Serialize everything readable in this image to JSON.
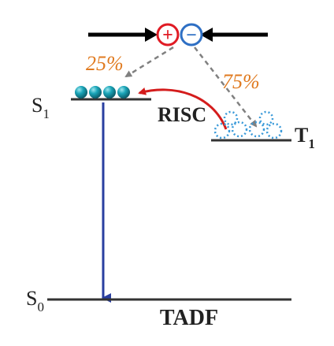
{
  "diagram": {
    "title": "TADF",
    "states": {
      "singlet_excited": {
        "letter": "S",
        "subscript": "1"
      },
      "triplet_excited": {
        "letter": "T",
        "subscript": "1"
      },
      "ground": {
        "letter": "S",
        "subscript": "0"
      }
    },
    "charges": {
      "positive_symbol": "+",
      "negative_symbol": "−"
    },
    "percentages": {
      "singlet_fraction": "25%",
      "triplet_fraction": "75%"
    },
    "process_label": "RISC",
    "colors": {
      "positive": "#e01b24",
      "negative": "#2e6fc4",
      "percent_text": "#e07a1f",
      "singlet_spheres": "#1aa5b8",
      "triplet_dots": "#3a9ad9",
      "emission_arrow": "#2a3fa0",
      "risc_arrow": "#d41c1c",
      "dashed_arrow": "#808080",
      "lines": "#333333",
      "text": "#222222"
    }
  }
}
